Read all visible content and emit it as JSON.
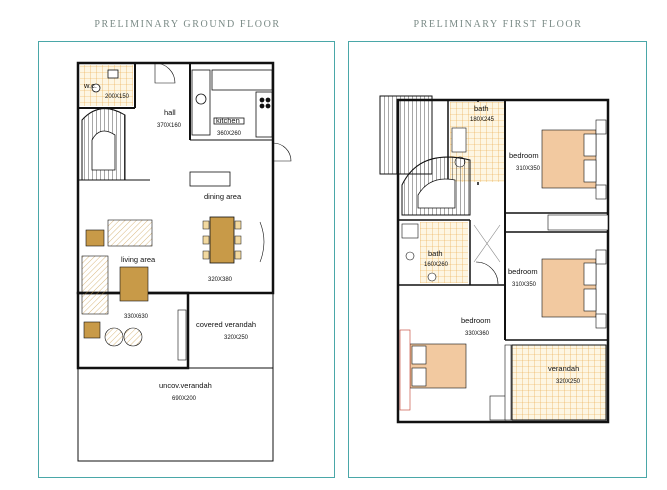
{
  "titles": {
    "ground": "PRELIMINARY GROUND FLOOR",
    "first": "PRELIMINARY FIRST FLOOR"
  },
  "ground_floor": {
    "wc": {
      "name": "w.c.",
      "size": "200X150"
    },
    "hall": {
      "name": "hall",
      "size": "370X160"
    },
    "kitchen": {
      "name": "kitchen",
      "size": "360X260"
    },
    "dining": {
      "name": "dining area",
      "size": "320X380"
    },
    "living": {
      "name": "living area",
      "size": "330X630"
    },
    "covered_verandah": {
      "name": "covered verandah",
      "size": "320X250"
    },
    "uncov_verandah": {
      "name": "uncov.verandah",
      "size": "690X200"
    }
  },
  "first_floor": {
    "bath_top": {
      "name": "bath",
      "size": "180X245"
    },
    "bedroom_1": {
      "name": "bedroom",
      "size": "310X350"
    },
    "bath_mid": {
      "name": "bath",
      "size": "160X260"
    },
    "bedroom_2": {
      "name": "bedroom",
      "size": "310X350"
    },
    "bedroom_3": {
      "name": "bedroom",
      "size": "330X360"
    },
    "verandah": {
      "name": "verandah",
      "size": "320X250"
    }
  },
  "colors": {
    "frame": "#4aa7a8",
    "furniture": "#f2d9a0",
    "tile": "#e8a23a",
    "wood": "#c89a48"
  }
}
